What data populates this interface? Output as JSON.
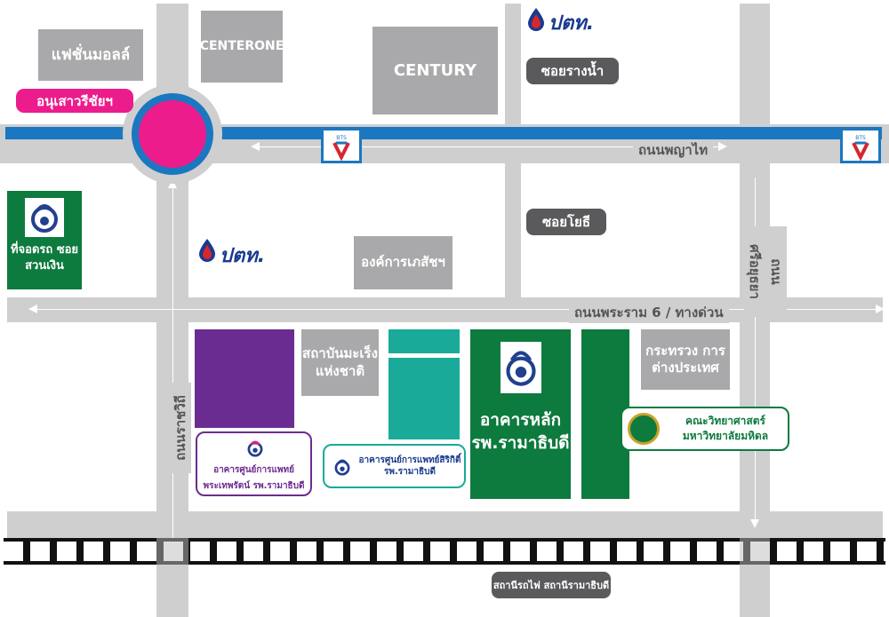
{
  "colors": {
    "road": "#cfcfcf",
    "bts_line": "#1b77c0",
    "roundabout": "#ec1c8c",
    "green": "#0d7a3e",
    "purple": "#6b2c91",
    "teal": "#1aaa9a",
    "gray_block": "#a9a9ab",
    "dark_pill": "#5a5a5c"
  },
  "landmarks": {
    "fashion_mall": "แฟชั่นมอลล์",
    "centerone": "CENTERONE",
    "century": "CENTURY",
    "victory_monument": "อนุเสาวรีชัยฯ",
    "parking": "ที่จอดรถ ซอยสวนเงิน",
    "gpo": "องค์การเภสัชฯ",
    "cancer_institute": "สถาบันมะเร็ง แห่งชาติ",
    "mofa": "กระทรวง การต่างประเทศ",
    "main_building": "อาคารหลัก รพ.รามาธิบดี",
    "mahidol_science": "คณะวิทยาศาสตร์ มหาวิทยาลัยมหิดล",
    "sirikit_center": "อาคารศูนย์การแพทย์สิริกิติ์ รพ.รามาธิบดี",
    "debaratana_center_line1": "อาคารศูนย์การแพทย์",
    "debaratana_center_line2": "พระเทพรัตน์  รพ.รามาธิบดี",
    "train_station": "สถานีรถไฟ  สถานีรามาธิบดี"
  },
  "roads": {
    "phayathai": "ถนนพญาไท",
    "rama6": "ถนนพระราม 6  / ทางด่วน",
    "ratchawithi": "ถนนราชวิถี",
    "sri_ayutthaya": "ถนนศรีอยุธยา"
  },
  "sois": {
    "soi_rangnam": "ซอยรางน้ำ",
    "soi_yothi": "ซอยโยธี"
  },
  "brands": {
    "ptt": "ปตท.",
    "bts": "BTS"
  }
}
